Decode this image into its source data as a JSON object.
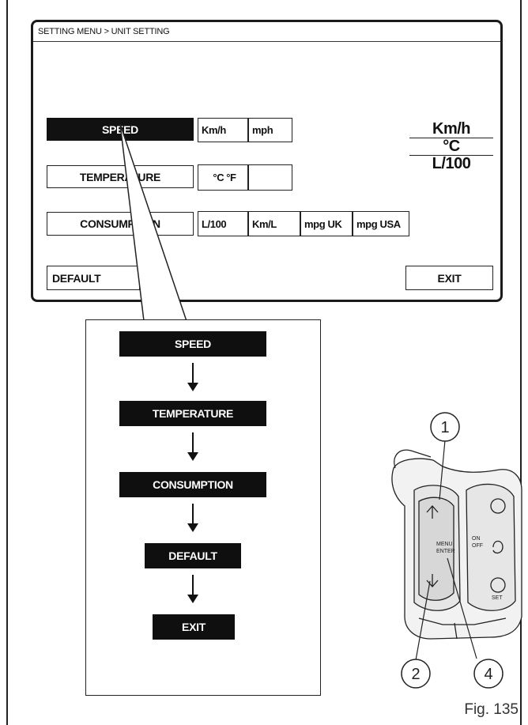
{
  "screen": {
    "breadcrumb": "SETTING MENU > UNIT SETTING",
    "rows": [
      {
        "label": "SPEED",
        "options": [
          "Km/h",
          "mph"
        ]
      },
      {
        "label": "TEMPERATURE",
        "options": [
          "°C",
          "°F"
        ]
      },
      {
        "label": "CONSUMPTION",
        "options": [
          "L/100",
          "Km/L",
          "mpg UK",
          "mpg USA"
        ]
      }
    ],
    "default_label": "DEFAULT",
    "exit_label": "EXIT",
    "current_units": {
      "speed": "Km/h",
      "temperature": "°C",
      "consumption": "L/100"
    }
  },
  "flow": {
    "steps": [
      "SPEED",
      "TEMPERATURE",
      "CONSUMPTION",
      "DEFAULT",
      "EXIT"
    ]
  },
  "controls": {
    "callouts": [
      "1",
      "2",
      "4"
    ],
    "button_labels": {
      "menu": "MENU",
      "enter": "ENTER",
      "on": "ON",
      "off": "OFF",
      "set": "SET"
    }
  },
  "figure_label": "Fig. 135"
}
